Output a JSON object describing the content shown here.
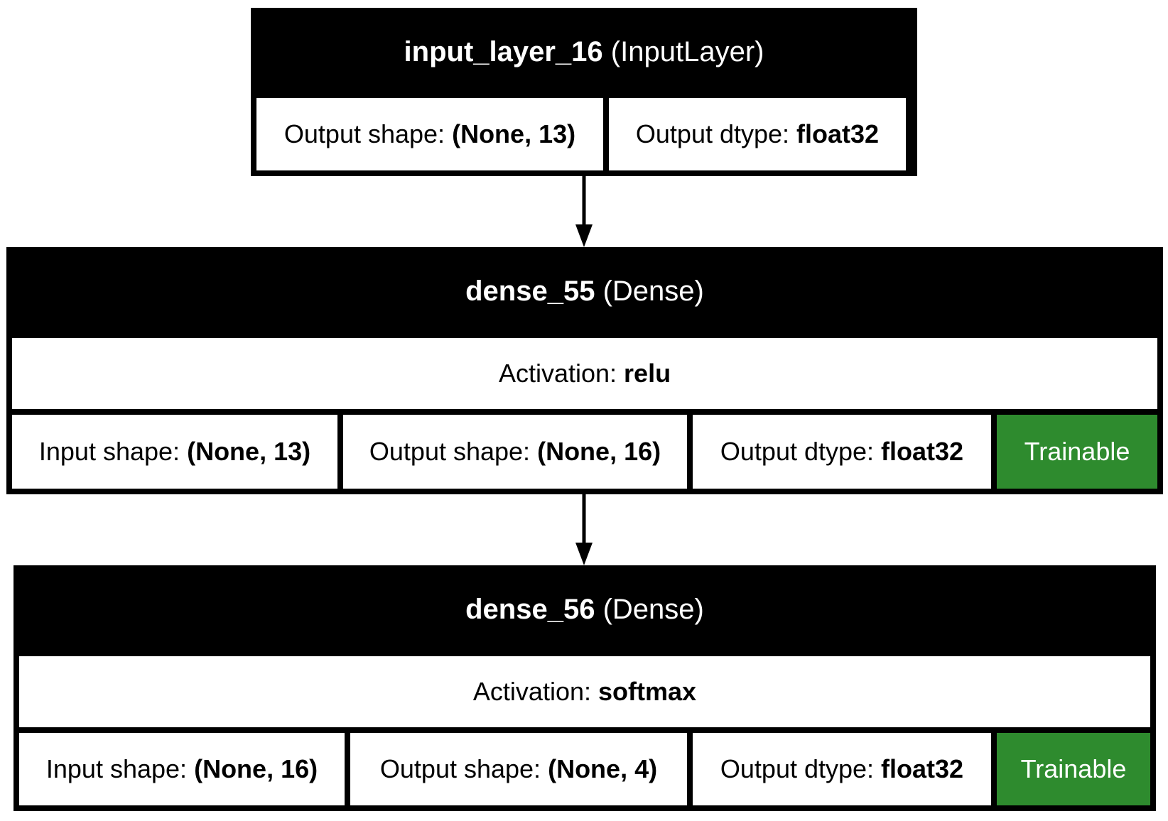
{
  "layers": [
    {
      "name": "input_layer_16",
      "type": "(InputLayer)",
      "output_shape_label": "Output shape:",
      "output_shape": "(None, 13)",
      "output_dtype_label": "Output dtype:",
      "output_dtype": "float32"
    },
    {
      "name": "dense_55",
      "type": "(Dense)",
      "activation_label": "Activation:",
      "activation": "relu",
      "input_shape_label": "Input shape:",
      "input_shape": "(None, 13)",
      "output_shape_label": "Output shape:",
      "output_shape": "(None, 16)",
      "output_dtype_label": "Output dtype:",
      "output_dtype": "float32",
      "trainable_label": "Trainable"
    },
    {
      "name": "dense_56",
      "type": "(Dense)",
      "activation_label": "Activation:",
      "activation": "softmax",
      "input_shape_label": "Input shape:",
      "input_shape": "(None, 16)",
      "output_shape_label": "Output shape:",
      "output_shape": "(None, 4)",
      "output_dtype_label": "Output dtype:",
      "output_dtype": "float32",
      "trainable_label": "Trainable"
    }
  ],
  "colors": {
    "trainable": "#2e8b2e",
    "header": "#000000",
    "cell": "#ffffff"
  }
}
